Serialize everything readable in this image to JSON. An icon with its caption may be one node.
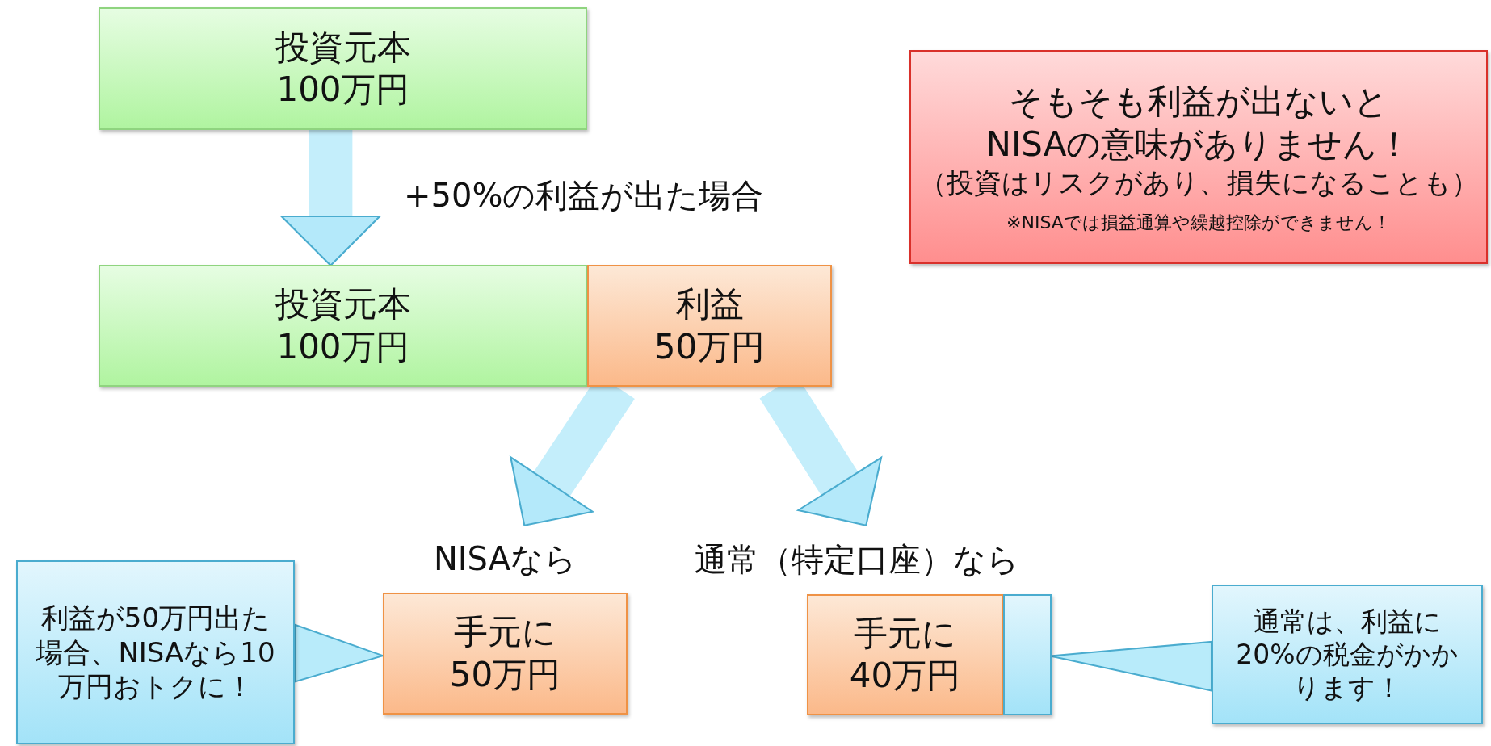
{
  "diagram": {
    "nodes": [
      {
        "text": [
          "投資元本",
          "100万円"
        ]
      },
      {
        "text": [
          "投資元本",
          "100万円"
        ]
      },
      {
        "text": [
          "利益",
          "50万円"
        ]
      },
      {
        "text": [
          "NISAなら",
          "手元に50万円"
        ]
      },
      {
        "text": [
          "通常（特定口座）なら",
          "手元に40万円"
        ]
      },
      {
        "text": [],
        "shape": "bar"
      },
      {
        "text": [
          "利益が50万円出た場合、NISAなら10万円おトクに！"
        ]
      },
      {
        "text": [
          "通常は、利益に20%の税金がかかります！"
        ]
      },
      {
        "text": [
          "そもそも利益が出ないとNISAの意味がありません！",
          "（投資はリスクがあり、損失になることも）",
          "※NISAでは損益通算や繰越控除ができません！"
        ]
      }
    ],
    "edges": [
      {
        "from": 0,
        "to": 1,
        "arrow": "to",
        "label": "+50%の利益が出た場合"
      },
      {
        "from": 2,
        "to": 3,
        "arrow": "to"
      },
      {
        "from": 2,
        "to": 4,
        "arrow": "to"
      },
      {
        "from": 6,
        "to": 3,
        "arrow": "to",
        "color": "#4aaccf"
      },
      {
        "from": 7,
        "to": 5,
        "arrow": "to",
        "color": "#4aaccf"
      }
    ]
  }
}
